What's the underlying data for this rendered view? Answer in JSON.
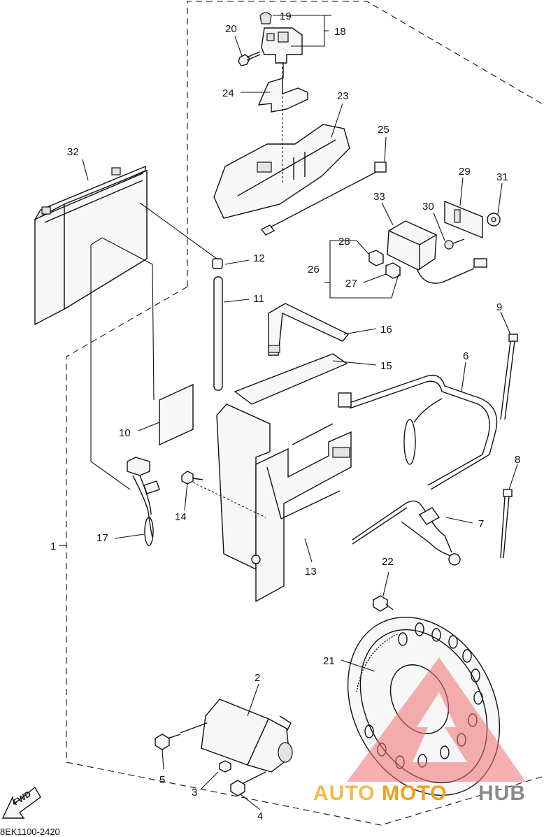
{
  "diagram": {
    "callouts": [
      {
        "id": "c1",
        "label": "1"
      },
      {
        "id": "c2",
        "label": "2"
      },
      {
        "id": "c3",
        "label": "3"
      },
      {
        "id": "c4",
        "label": "4"
      },
      {
        "id": "c5",
        "label": "5"
      },
      {
        "id": "c6",
        "label": "6"
      },
      {
        "id": "c7",
        "label": "7"
      },
      {
        "id": "c8",
        "label": "8"
      },
      {
        "id": "c9",
        "label": "9"
      },
      {
        "id": "c10",
        "label": "10"
      },
      {
        "id": "c11",
        "label": "11"
      },
      {
        "id": "c12",
        "label": "12"
      },
      {
        "id": "c13",
        "label": "13"
      },
      {
        "id": "c14",
        "label": "14"
      },
      {
        "id": "c15",
        "label": "15"
      },
      {
        "id": "c16",
        "label": "16"
      },
      {
        "id": "c17",
        "label": "17"
      },
      {
        "id": "c18",
        "label": "18"
      },
      {
        "id": "c19",
        "label": "19"
      },
      {
        "id": "c20",
        "label": "20"
      },
      {
        "id": "c21",
        "label": "21"
      },
      {
        "id": "c22",
        "label": "22"
      },
      {
        "id": "c23",
        "label": "23"
      },
      {
        "id": "c24",
        "label": "24"
      },
      {
        "id": "c25",
        "label": "25"
      },
      {
        "id": "c26",
        "label": "26"
      },
      {
        "id": "c27",
        "label": "27"
      },
      {
        "id": "c28",
        "label": "28"
      },
      {
        "id": "c29",
        "label": "29"
      },
      {
        "id": "c30",
        "label": "30"
      },
      {
        "id": "c31",
        "label": "31"
      },
      {
        "id": "c32",
        "label": "32"
      },
      {
        "id": "c33",
        "label": "33"
      }
    ],
    "diagram_code": "8EK1100-2420",
    "direction_label": "FWD"
  },
  "watermark": {
    "brand_part1": "AUTO",
    "brand_part2": "MOTO",
    "brand_part3": "HUB",
    "color_part1": "#f5b84a",
    "color_part2": "#f0a020",
    "color_part3": "#8a8a8a",
    "logo_color": "#f07070"
  }
}
